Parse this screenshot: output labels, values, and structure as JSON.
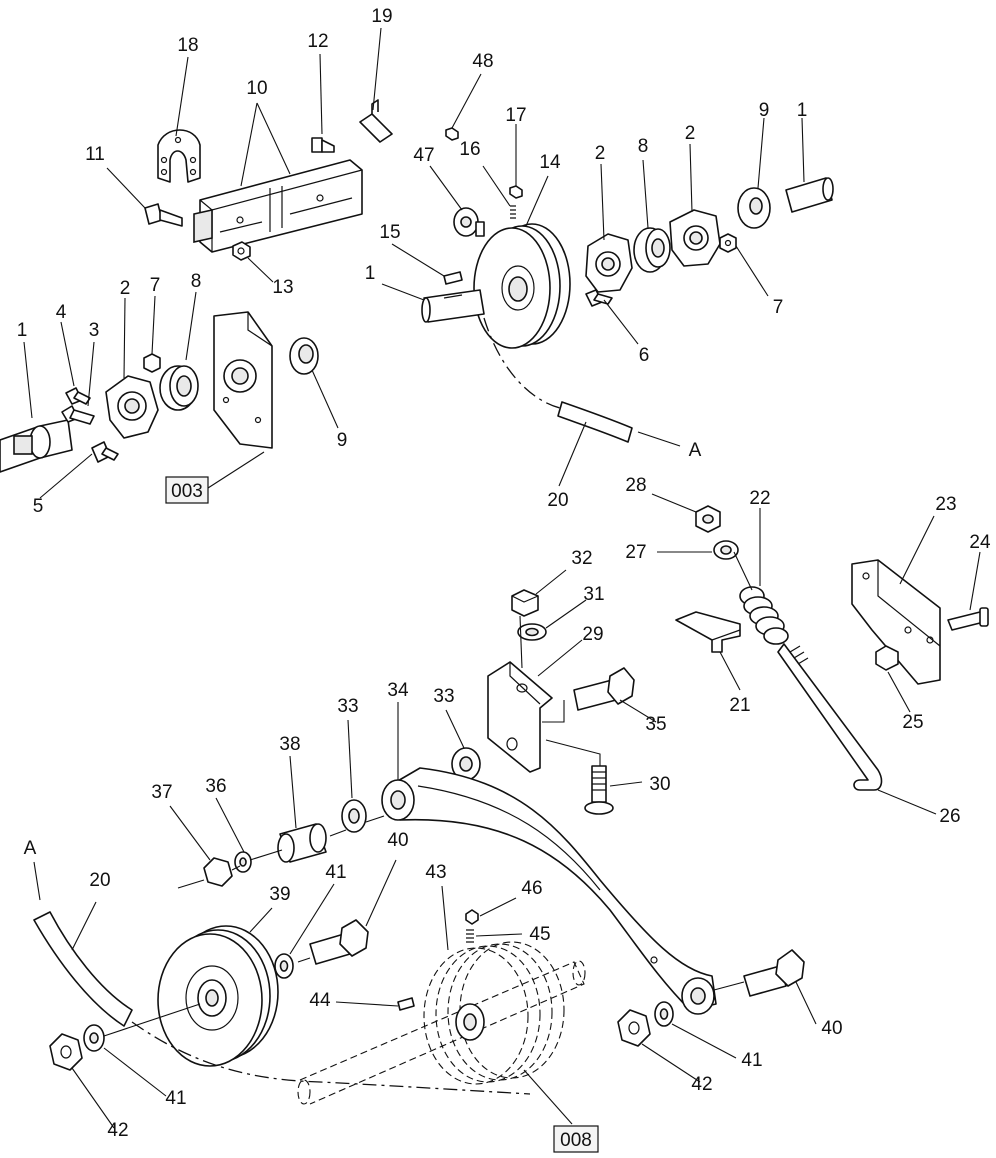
{
  "labels": [
    {
      "id": "l1a",
      "text": "1"
    },
    {
      "id": "l2a",
      "text": "2"
    },
    {
      "id": "l3",
      "text": "3"
    },
    {
      "id": "l4",
      "text": "4"
    },
    {
      "id": "l5",
      "text": "5"
    },
    {
      "id": "l7a",
      "text": "7"
    },
    {
      "id": "l8a",
      "text": "8"
    },
    {
      "id": "l9a",
      "text": "9"
    },
    {
      "id": "l10",
      "text": "10"
    },
    {
      "id": "l11",
      "text": "11"
    },
    {
      "id": "l12",
      "text": "12"
    },
    {
      "id": "l13",
      "text": "13"
    },
    {
      "id": "l18",
      "text": "18"
    },
    {
      "id": "l19",
      "text": "19"
    },
    {
      "id": "l48",
      "text": "48"
    },
    {
      "id": "l47",
      "text": "47"
    },
    {
      "id": "l16",
      "text": "16"
    },
    {
      "id": "l17",
      "text": "17"
    },
    {
      "id": "l14",
      "text": "14"
    },
    {
      "id": "l15",
      "text": "15"
    },
    {
      "id": "l1b",
      "text": "1"
    },
    {
      "id": "l2b",
      "text": "2"
    },
    {
      "id": "l8b",
      "text": "8"
    },
    {
      "id": "l2c",
      "text": "2"
    },
    {
      "id": "l9b",
      "text": "9"
    },
    {
      "id": "l1c",
      "text": "1"
    },
    {
      "id": "l7b",
      "text": "7"
    },
    {
      "id": "l6",
      "text": "6"
    },
    {
      "id": "lA1",
      "text": "A"
    },
    {
      "id": "l20a",
      "text": "20"
    },
    {
      "id": "l28",
      "text": "28"
    },
    {
      "id": "l22",
      "text": "22"
    },
    {
      "id": "l27",
      "text": "27"
    },
    {
      "id": "l23",
      "text": "23"
    },
    {
      "id": "l24",
      "text": "24"
    },
    {
      "id": "l32",
      "text": "32"
    },
    {
      "id": "l31",
      "text": "31"
    },
    {
      "id": "l29",
      "text": "29"
    },
    {
      "id": "l21",
      "text": "21"
    },
    {
      "id": "l25",
      "text": "25"
    },
    {
      "id": "l33a",
      "text": "33"
    },
    {
      "id": "l34",
      "text": "34"
    },
    {
      "id": "l33b",
      "text": "33"
    },
    {
      "id": "l35",
      "text": "35"
    },
    {
      "id": "l38",
      "text": "38"
    },
    {
      "id": "l30",
      "text": "30"
    },
    {
      "id": "l26",
      "text": "26"
    },
    {
      "id": "l37",
      "text": "37"
    },
    {
      "id": "l36",
      "text": "36"
    },
    {
      "id": "l40a",
      "text": "40"
    },
    {
      "id": "lA2",
      "text": "A"
    },
    {
      "id": "l20b",
      "text": "20"
    },
    {
      "id": "l41a",
      "text": "41"
    },
    {
      "id": "l39",
      "text": "39"
    },
    {
      "id": "l43",
      "text": "43"
    },
    {
      "id": "l46",
      "text": "46"
    },
    {
      "id": "l45",
      "text": "45"
    },
    {
      "id": "l44",
      "text": "44"
    },
    {
      "id": "l40b",
      "text": "40"
    },
    {
      "id": "l41b",
      "text": "41"
    },
    {
      "id": "l42a",
      "text": "42"
    },
    {
      "id": "l41c",
      "text": "41"
    },
    {
      "id": "l42b",
      "text": "42"
    }
  ],
  "ref_boxes": [
    {
      "id": "ref1",
      "text": "003"
    },
    {
      "id": "ref2",
      "text": "008"
    }
  ]
}
